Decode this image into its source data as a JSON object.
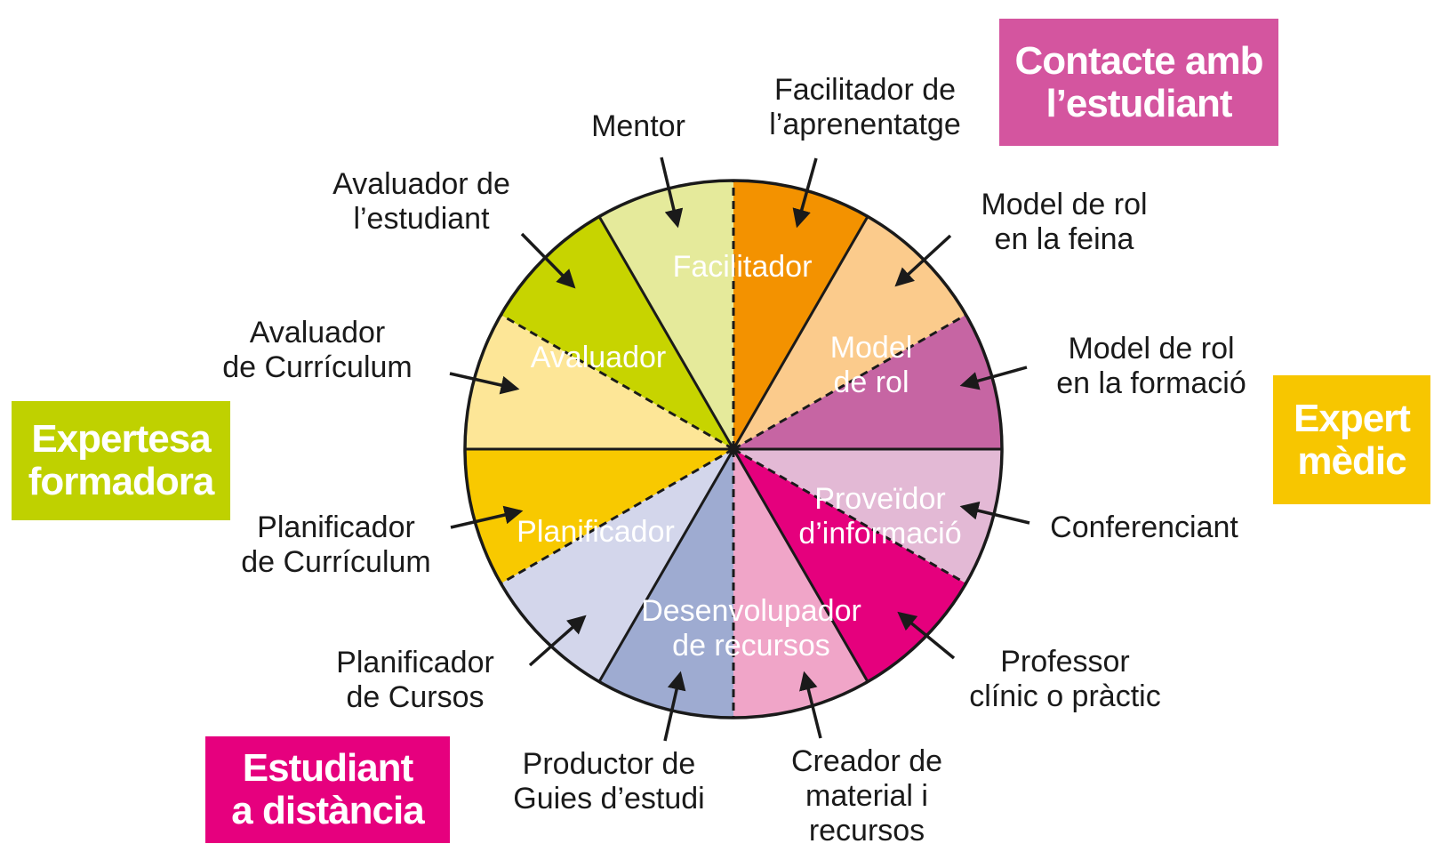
{
  "colors": {
    "outline": "#1a1a1a",
    "arrow": "#1a1a1a",
    "contacte": "#d4559f",
    "expert": "#f7c600",
    "expertesa": "#bfd100",
    "estudiant": "#e6007e"
  },
  "categories": {
    "contacte": "Contacte amb\nl’estudiant",
    "expert": "Expert\nmèdic",
    "expertesa": "Expertesa\nformadora",
    "estudiant": "Estudiant\na distància"
  },
  "segments": [
    {
      "name": "mentor",
      "color": "#f39200"
    },
    {
      "name": "facilitador-aprenentatge",
      "color": "#fbcb8c"
    },
    {
      "name": "model-rol-feina",
      "color": "#c665a3"
    },
    {
      "name": "model-rol-formacio",
      "color": "#e3b9d5"
    },
    {
      "name": "conferenciant",
      "color": "#e5007d"
    },
    {
      "name": "professor-clinic",
      "color": "#f0a5c8"
    },
    {
      "name": "creador-material",
      "color": "#9eabd1"
    },
    {
      "name": "productor-guies",
      "color": "#d3d6eb"
    },
    {
      "name": "planificador-cursos",
      "color": "#f8c900"
    },
    {
      "name": "planificador-curriculum",
      "color": "#fde697"
    },
    {
      "name": "avaluador-curriculum",
      "color": "#c7d400"
    },
    {
      "name": "avaluador-estudiant",
      "color": "#e5ea9b"
    }
  ],
  "inner_labels": {
    "facilitador": "Facilitador",
    "model": "Model\nde rol",
    "proveidor": "Proveïdor\nd’informació",
    "desenvolupador": "Desenvolupador\nde recursos",
    "planificador": "Planificador",
    "avaluador": "Avaluador"
  },
  "outer_labels": {
    "mentor": "Mentor",
    "facilitador_aprenentatge": "Facilitador de\nl’aprenentatge",
    "model_rol_feina": "Model de rol\nen la feina",
    "model_rol_formacio": "Model de rol\nen la formació",
    "conferenciant": "Conferenciant",
    "professor_clinic": "Professor\nclínic o pràctic",
    "creador_material": "Creador de\nmaterial i\nrecursos",
    "productor_guies": "Productor de\nGuies d’estudi",
    "planificador_cursos": "Planificador\nde Cursos",
    "planificador_curriculum": "Planificador\nde Currículum",
    "avaluador_curriculum": "Avaluador\nde Currículum",
    "avaluador_estudiant": "Avaluador de\nl’estudiant"
  }
}
